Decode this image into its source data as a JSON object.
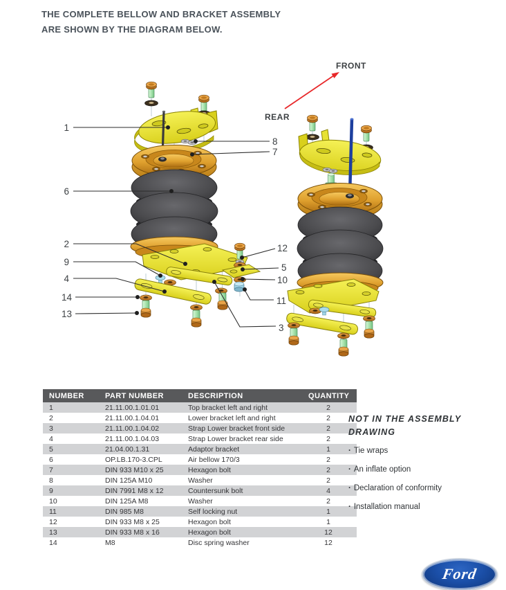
{
  "header": {
    "line1": "THE COMPLETE BELLOW AND BRACKET ASSEMBLY",
    "line2": "ARE SHOWN BY THE DIAGRAM BELOW."
  },
  "diagram": {
    "front_label": "FRONT",
    "rear_label": "REAR",
    "callouts": {
      "n1": "1",
      "n2": "2",
      "n3": "3",
      "n4": "4",
      "n5": "5",
      "n6": "6",
      "n7": "7",
      "n8": "8",
      "n9": "9",
      "n10": "10",
      "n11": "11",
      "n12": "12",
      "n13": "13",
      "n14": "14"
    }
  },
  "parts_table": {
    "columns": [
      "NUMBER",
      "PART NUMBER",
      "DESCRIPTION",
      "QUANTITY"
    ],
    "rows": [
      [
        "1",
        "21.11.00.1.01.01",
        "Top bracket left and right",
        "2"
      ],
      [
        "2",
        "21.11.00.1.04.01",
        "Lower bracket left and right",
        "2"
      ],
      [
        "3",
        "21.11.00.1.04.02",
        "Strap Lower bracket front side",
        "2"
      ],
      [
        "4",
        "21.11.00.1.04.03",
        "Strap Lower bracket rear side",
        "2"
      ],
      [
        "5",
        "21.04.00.1.31",
        "Adaptor bracket",
        "1"
      ],
      [
        "6",
        "OP.LB.170-3.CPL",
        "Air bellow 170/3",
        "2"
      ],
      [
        "7",
        "DIN 933 M10 x 25",
        "Hexagon bolt",
        "2"
      ],
      [
        "8",
        "DIN 125A M10",
        "Washer",
        "2"
      ],
      [
        "9",
        "DIN 7991 M8 x 12",
        "Countersunk bolt",
        "4"
      ],
      [
        "10",
        "DIN 125A M8",
        "Washer",
        "2"
      ],
      [
        "11",
        "DIN 985 M8",
        "Self locking nut",
        "1"
      ],
      [
        "12",
        "DIN 933 M8 x 25",
        "Hexagon bolt",
        "1"
      ],
      [
        "13",
        "DIN 933 M8 x 16",
        "Hexagon bolt",
        "12"
      ],
      [
        "14",
        "M8",
        "Disc spring washer",
        "12"
      ]
    ]
  },
  "side_note": {
    "title_line1": "NOT IN THE ASSEMBLY",
    "title_line2": "DRAWING",
    "items": [
      "Tie wraps",
      "An inflate option",
      "Declaration of conformity",
      "Installation manual"
    ]
  },
  "footer": {
    "brand": "Ford"
  },
  "colors": {
    "accent_red": "#e8282a",
    "table_header_bg": "#58595b",
    "table_row_alt": "#d2d3d5",
    "bracket_yellow": "#ece93e",
    "gold": "#d7992a",
    "bellow_gray": "#47474a",
    "bolt_green": "#a9e4ae",
    "copper": "#c97c28",
    "ford_blue": "#1b4fa8"
  }
}
